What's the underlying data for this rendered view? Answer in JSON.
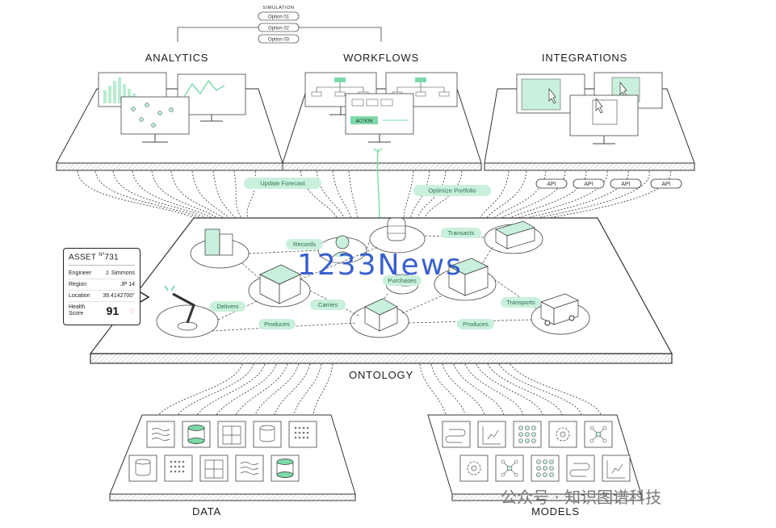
{
  "top": {
    "simulation": {
      "title": "SIMULATION",
      "options": [
        "Option 01",
        "Option 02",
        "Option 03"
      ]
    },
    "sections": {
      "analytics": "ANALYTICS",
      "workflows": "WORKFLOWS",
      "integrations": "INTEGRATIONS"
    },
    "workflow_action": "ACTION",
    "pills": {
      "update_forecast": "Update Forecast",
      "optimize_portfolio": "Optimize Portfolio"
    },
    "api_labels": [
      "API",
      "API",
      "API",
      "API"
    ]
  },
  "ontology": {
    "label": "ONTOLOGY",
    "relations": {
      "records": "Records",
      "transacts": "Transacts",
      "delivers": "Delivers",
      "carries": "Carries",
      "purchases": "Purchases",
      "transports": "Transports",
      "produces_left": "Produces",
      "produces_right": "Produces"
    },
    "asset_card": {
      "title": "ASSET",
      "number_prefix": "Nº",
      "number": "731",
      "fields": [
        {
          "key": "Engineer",
          "value": "J. Simmons"
        },
        {
          "key": "Region",
          "value": "JP 14"
        },
        {
          "key": "Location",
          "value": "39.4142700°"
        }
      ],
      "health_label": "Health Score",
      "health_value": "91"
    }
  },
  "bottom": {
    "data": "DATA",
    "models": "MODELS"
  },
  "watermarks": {
    "news": "1233News",
    "wechat": "公众号 · 知识图谱科技"
  },
  "colors": {
    "accent_green": "#7dd9a8",
    "pill_green": "#c9f0dc",
    "line": "#333333",
    "watermark_blue": "#2a53c9"
  }
}
